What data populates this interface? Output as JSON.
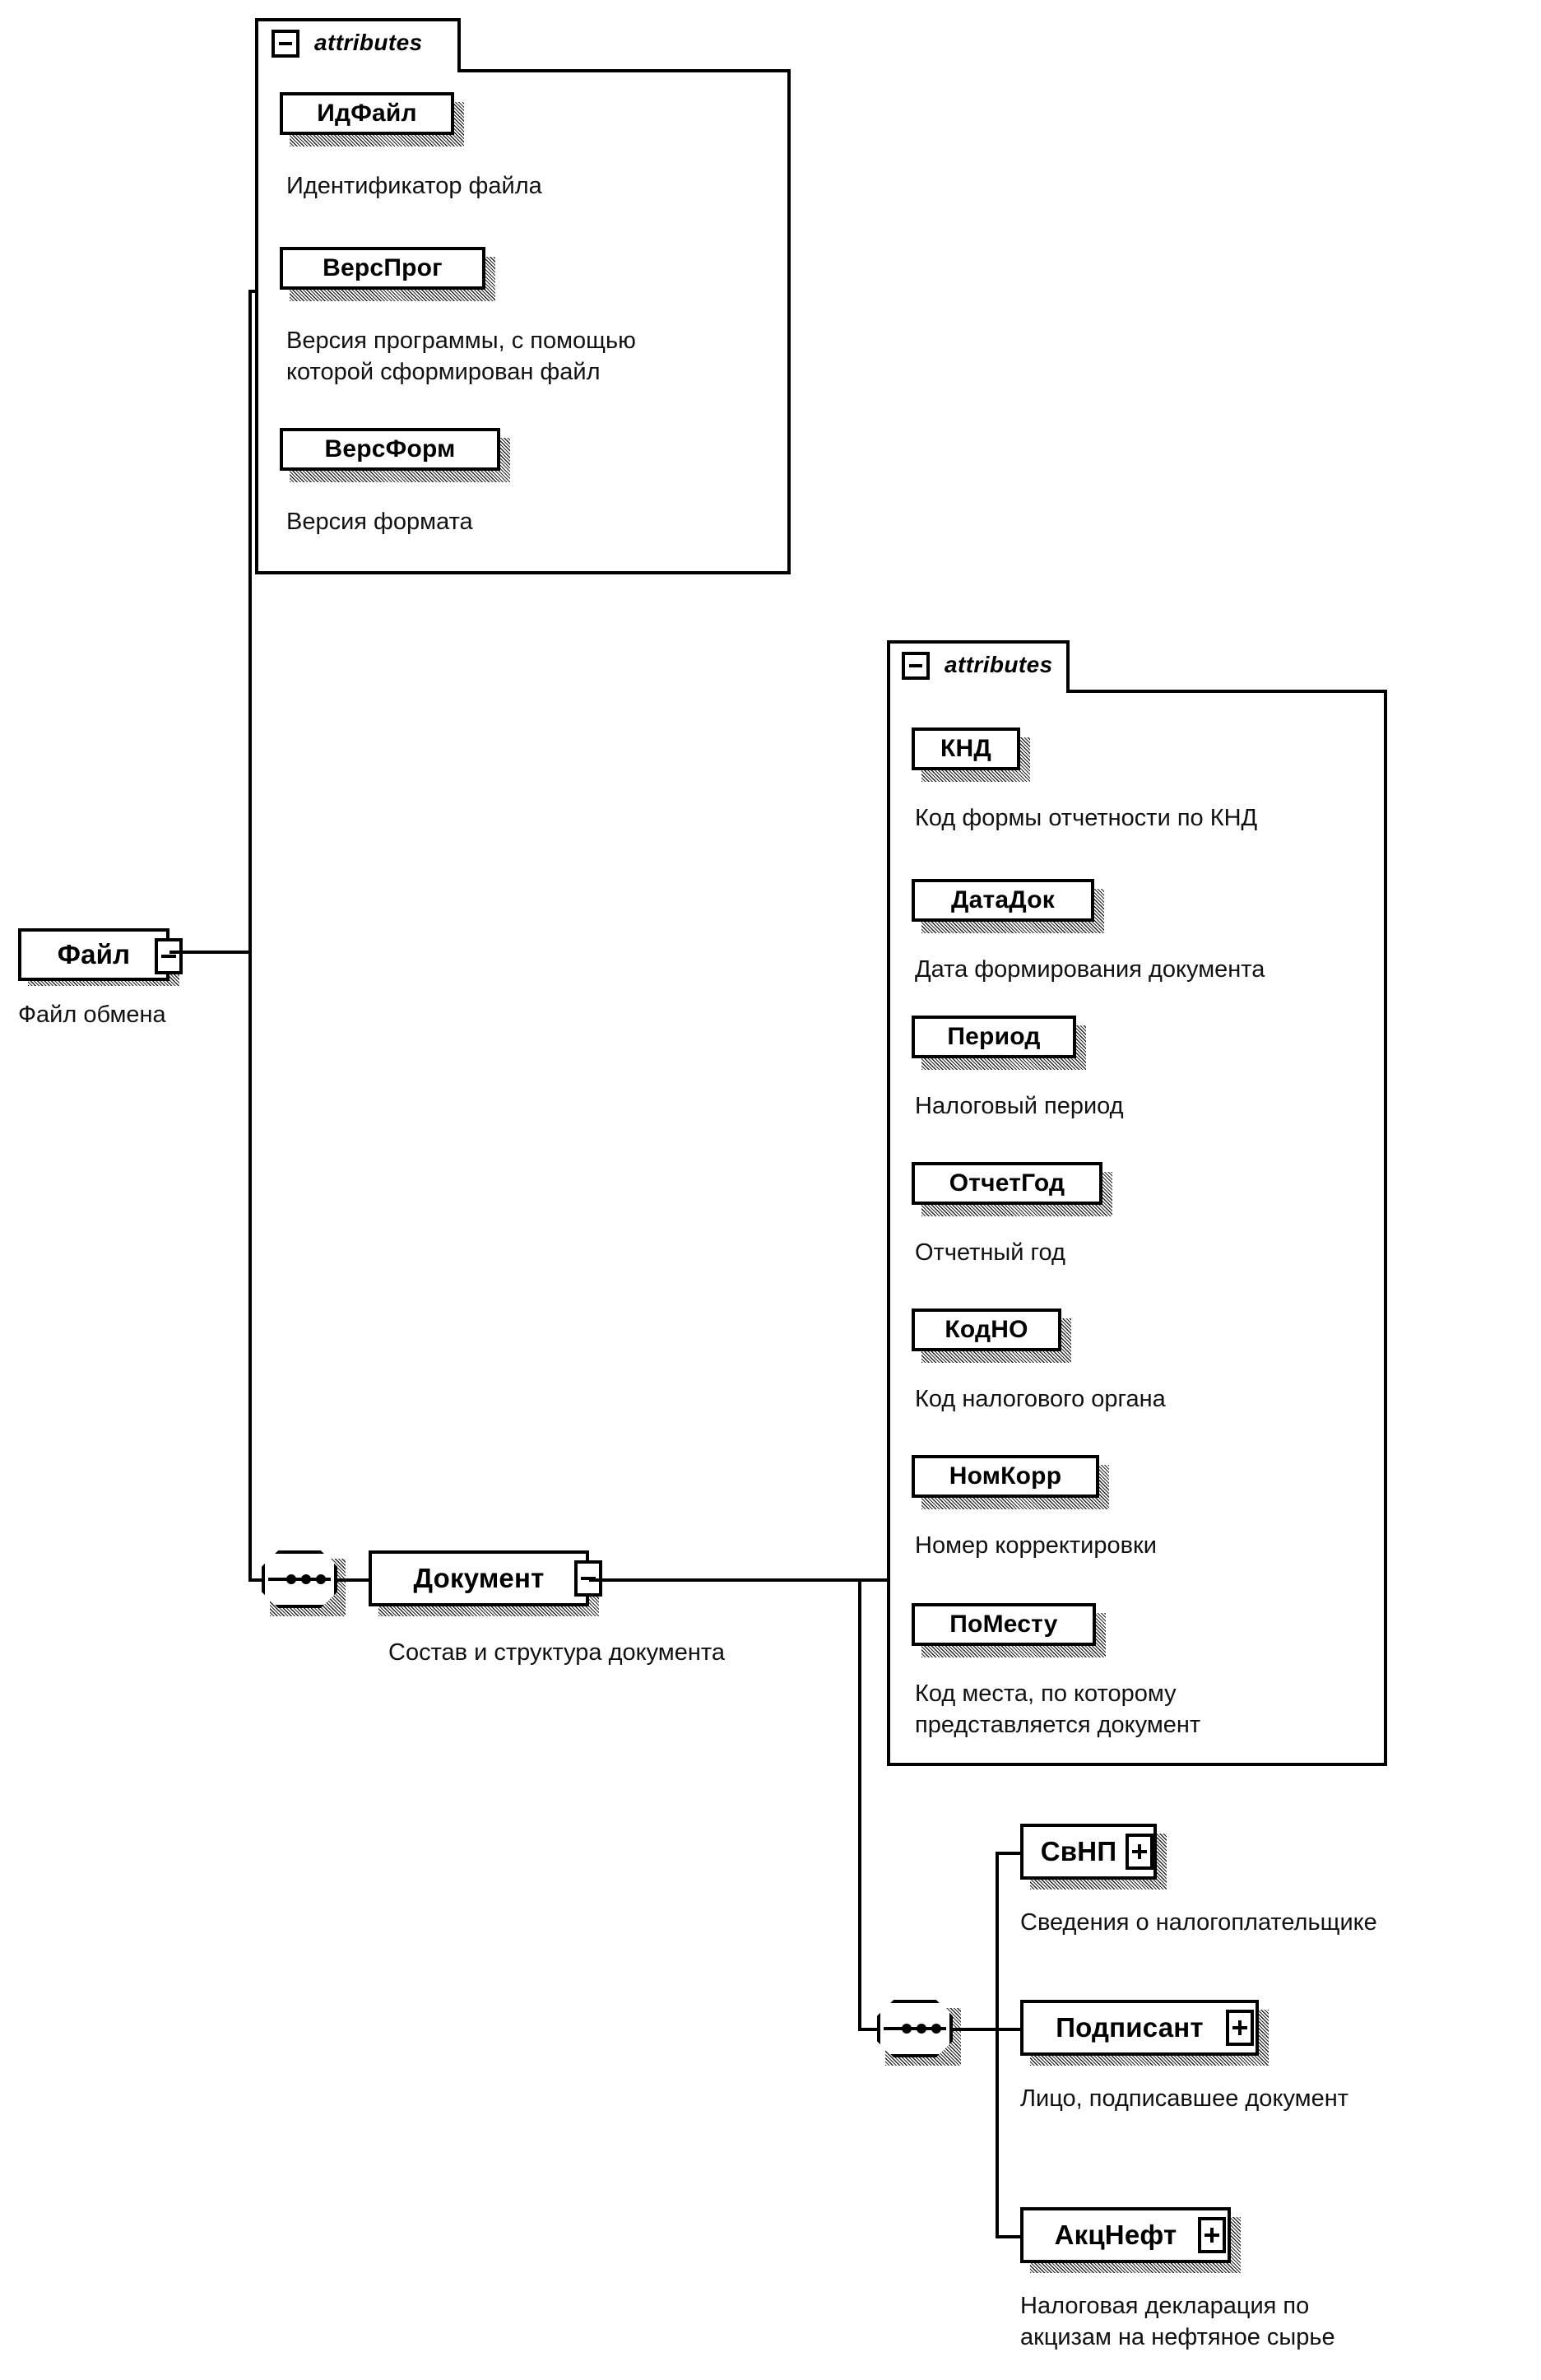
{
  "diagram": {
    "title": "XML Schema structure diagram",
    "attributes_label": "attributes",
    "minus_icon": "minus-icon",
    "plus_icon": "plus-icon"
  },
  "root": {
    "name": "Файл",
    "description": "Файл обмена",
    "expander": "-"
  },
  "file_attributes": {
    "header": "attributes",
    "items": [
      {
        "name": "ИдФайл",
        "description": "Идентификатор файла"
      },
      {
        "name": "ВерсПрог",
        "description": "Версия программы, с помощью\nкоторой сформирован файл"
      },
      {
        "name": "ВерсФорм",
        "description": "Версия формата"
      }
    ]
  },
  "document": {
    "name": "Документ",
    "description": "Состав и структура документа",
    "expander": "-"
  },
  "document_attributes": {
    "header": "attributes",
    "items": [
      {
        "name": "КНД",
        "description": "Код формы отчетности по КНД"
      },
      {
        "name": "ДатаДок",
        "description": "Дата формирования документа"
      },
      {
        "name": "Период",
        "description": "Налоговый период"
      },
      {
        "name": "ОтчетГод",
        "description": "Отчетный год"
      },
      {
        "name": "КодНО",
        "description": "Код налогового органа"
      },
      {
        "name": "НомКорр",
        "description": "Номер корректировки"
      },
      {
        "name": "ПоМесту",
        "description": "Код места, по которому\nпредставляется документ"
      }
    ]
  },
  "document_children": [
    {
      "name": "СвНП",
      "description": "Сведения о налогоплательщике",
      "expander": "+"
    },
    {
      "name": "Подписант",
      "description": "Лицо, подписавшее документ",
      "expander": "+"
    },
    {
      "name": "АкцНефт",
      "description": "Налоговая декларация по\nакцизам на нефтяное сырье",
      "expander": "+"
    }
  ],
  "colors": {
    "ink": "#000000",
    "paper": "#ffffff"
  }
}
